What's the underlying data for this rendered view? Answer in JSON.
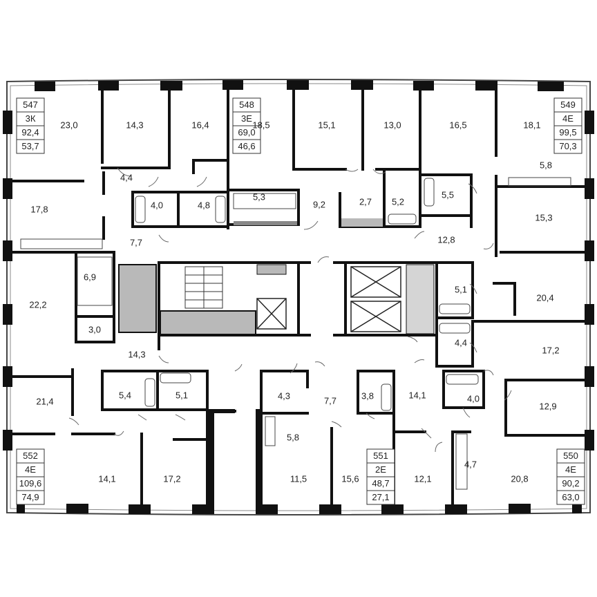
{
  "apartments": [
    {
      "number": "547",
      "type": "3К",
      "total_area": "92,4",
      "living_area": "53,7"
    },
    {
      "number": "548",
      "type": "3Е",
      "total_area": "69,0",
      "living_area": "46,6"
    },
    {
      "number": "549",
      "type": "4Е",
      "total_area": "99,5",
      "living_area": "70,3"
    },
    {
      "number": "552",
      "type": "4Е",
      "total_area": "109,6",
      "living_area": "74,9"
    },
    {
      "number": "551",
      "type": "2Е",
      "total_area": "48,7",
      "living_area": "27,1"
    },
    {
      "number": "550",
      "type": "4Е",
      "total_area": "90,2",
      "living_area": "63,0"
    }
  ],
  "rooms": [
    "23,0",
    "14,3",
    "16,4",
    "18,5",
    "15,1",
    "13,0",
    "16,5",
    "18,1",
    "4,4",
    "5,8",
    "17,8",
    "4,0",
    "4,8",
    "5,3",
    "9,2",
    "2,7",
    "5,2",
    "5,5",
    "15,3",
    "7,7",
    "12,8",
    "6,9",
    "22,2",
    "5,1",
    "20,4",
    "3,0",
    "14,3",
    "4,4",
    "17,2",
    "21,4",
    "5,4",
    "5,1",
    "4,3",
    "7,7",
    "3,8",
    "14,1",
    "4,0",
    "12,9",
    "5,8",
    "4,7",
    "14,1",
    "17,2",
    "11,5",
    "15,6",
    "12,1",
    "20,8"
  ]
}
